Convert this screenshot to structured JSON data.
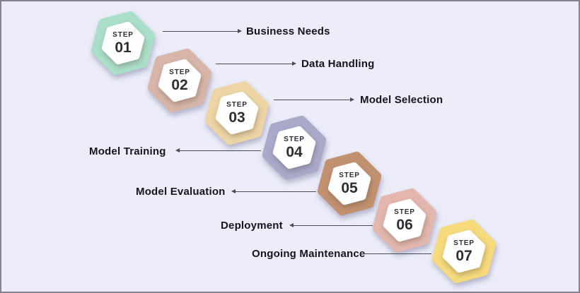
{
  "labels": {
    "step_word": "STEP"
  },
  "theme": {
    "background": "#ecedf9",
    "border": "#83838f",
    "connector": "#4b4b55",
    "label_text": "#15151f",
    "step_text": "#2d2d35",
    "hex_inner": "#ffffff"
  },
  "steps": [
    {
      "number": "01",
      "label": "Business Needs",
      "color": "#abdfc9",
      "side": "right"
    },
    {
      "number": "02",
      "label": "Data Handling",
      "color": "#d8b5a9",
      "side": "right"
    },
    {
      "number": "03",
      "label": "Model Selection",
      "color": "#edd5a5",
      "side": "right"
    },
    {
      "number": "04",
      "label": "Model Training",
      "color": "#a9a9ca",
      "side": "left"
    },
    {
      "number": "05",
      "label": "Model Evaluation",
      "color": "#c29170",
      "side": "left"
    },
    {
      "number": "06",
      "label": "Deployment",
      "color": "#e3b7ae",
      "side": "left"
    },
    {
      "number": "07",
      "label": "Ongoing Maintenance",
      "color": "#f7da7c",
      "side": "left"
    }
  ]
}
